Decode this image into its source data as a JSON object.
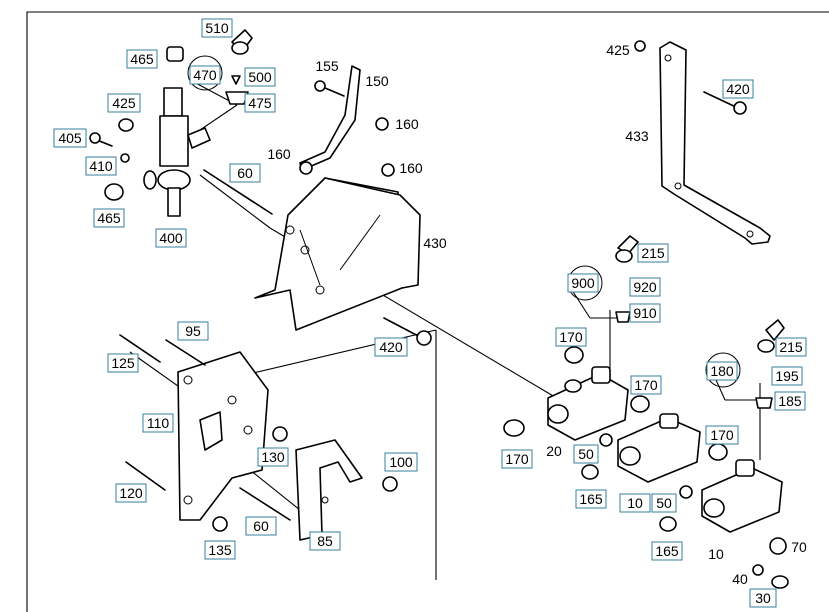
{
  "colors": {
    "callout_box_border": "#3a7fa0",
    "line": "#000000",
    "background": "#ffffff"
  },
  "callouts": [
    {
      "id": "c510",
      "text": "510"
    },
    {
      "id": "c465a",
      "text": "465"
    },
    {
      "id": "c470",
      "text": "470"
    },
    {
      "id": "c500",
      "text": "500"
    },
    {
      "id": "c475",
      "text": "475"
    },
    {
      "id": "c425a",
      "text": "425"
    },
    {
      "id": "c405",
      "text": "405"
    },
    {
      "id": "c410",
      "text": "410"
    },
    {
      "id": "c465b",
      "text": "465"
    },
    {
      "id": "c400",
      "text": "400"
    },
    {
      "id": "c155",
      "text": "155"
    },
    {
      "id": "c150",
      "text": "150"
    },
    {
      "id": "c160a",
      "text": "160"
    },
    {
      "id": "c160b",
      "text": "160"
    },
    {
      "id": "c160c",
      "text": "160"
    },
    {
      "id": "c60a",
      "text": "60"
    },
    {
      "id": "c430",
      "text": "430"
    },
    {
      "id": "c425b",
      "text": "425"
    },
    {
      "id": "c420a",
      "text": "420"
    },
    {
      "id": "c433",
      "text": "433"
    },
    {
      "id": "c215a",
      "text": "215"
    },
    {
      "id": "c900",
      "text": "900"
    },
    {
      "id": "c920",
      "text": "920"
    },
    {
      "id": "c910",
      "text": "910"
    },
    {
      "id": "c420b",
      "text": "420"
    },
    {
      "id": "c170a",
      "text": "170"
    },
    {
      "id": "c170b",
      "text": "170"
    },
    {
      "id": "c170c",
      "text": "170"
    },
    {
      "id": "c170d",
      "text": "170"
    },
    {
      "id": "c215b",
      "text": "215"
    },
    {
      "id": "c180",
      "text": "180"
    },
    {
      "id": "c195",
      "text": "195"
    },
    {
      "id": "c185",
      "text": "185"
    },
    {
      "id": "c125",
      "text": "125"
    },
    {
      "id": "c95",
      "text": "95"
    },
    {
      "id": "c110",
      "text": "110"
    },
    {
      "id": "c130",
      "text": "130"
    },
    {
      "id": "c100",
      "text": "100"
    },
    {
      "id": "c120",
      "text": "120"
    },
    {
      "id": "c60b",
      "text": "60"
    },
    {
      "id": "c135",
      "text": "135"
    },
    {
      "id": "c85",
      "text": "85"
    },
    {
      "id": "c20",
      "text": "20"
    },
    {
      "id": "c50a",
      "text": "50"
    },
    {
      "id": "c165a",
      "text": "165"
    },
    {
      "id": "c10a",
      "text": "10"
    },
    {
      "id": "c50b",
      "text": "50"
    },
    {
      "id": "c165b",
      "text": "165"
    },
    {
      "id": "c10b",
      "text": "10"
    },
    {
      "id": "c70",
      "text": "70"
    },
    {
      "id": "c40",
      "text": "40"
    },
    {
      "id": "c30",
      "text": "30"
    }
  ]
}
